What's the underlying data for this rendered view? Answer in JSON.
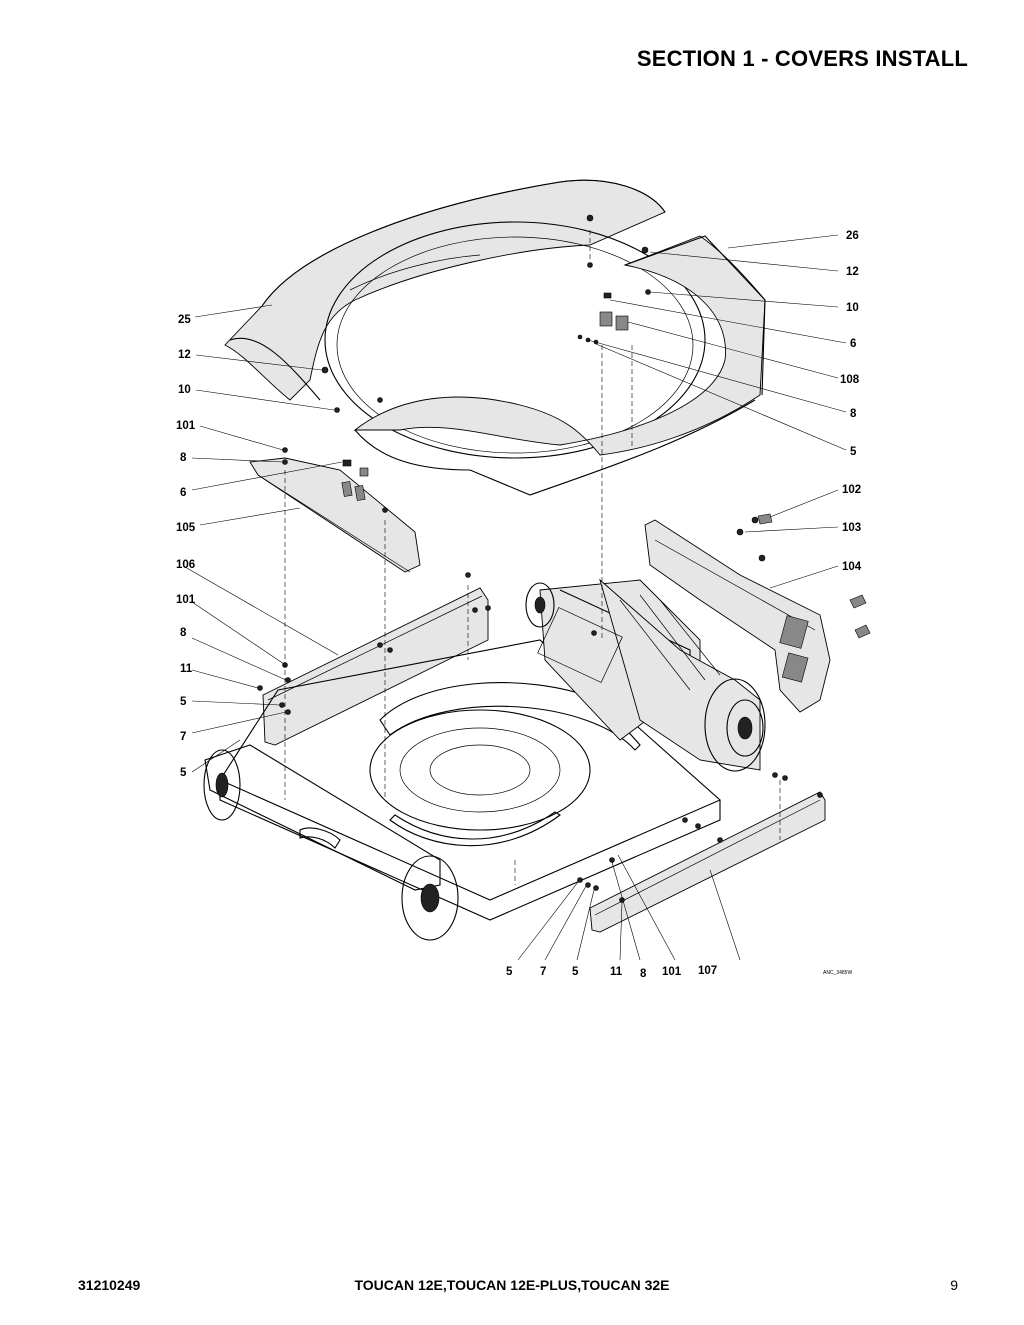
{
  "page": {
    "section_title": "SECTION 1 -  COVERS INSTALL",
    "footer_left": "31210249",
    "footer_center": "TOUCAN 12E,TOUCAN 12E-PLUS,TOUCAN 32E",
    "footer_right": "9"
  },
  "diagram": {
    "reference_code": "ANC_3485W",
    "callouts": {
      "c26": "26",
      "c12r": "12",
      "c10r": "10",
      "c6r": "6",
      "c108": "108",
      "c8r": "8",
      "c5r": "5",
      "c25": "25",
      "c12l": "12",
      "c10l": "10",
      "c101l": "101",
      "c8l": "8",
      "c6l": "6",
      "c105": "105",
      "c106": "106",
      "c101m": "101",
      "c8m": "8",
      "c11m": "11",
      "c5m": "5",
      "c7m": "7",
      "c5b": "5",
      "c102": "102",
      "c103": "103",
      "c104": "104",
      "c5x": "5",
      "c7x": "7",
      "c5y": "5",
      "c11x": "11",
      "c8x": "8",
      "c101x": "101",
      "c107": "107"
    }
  }
}
